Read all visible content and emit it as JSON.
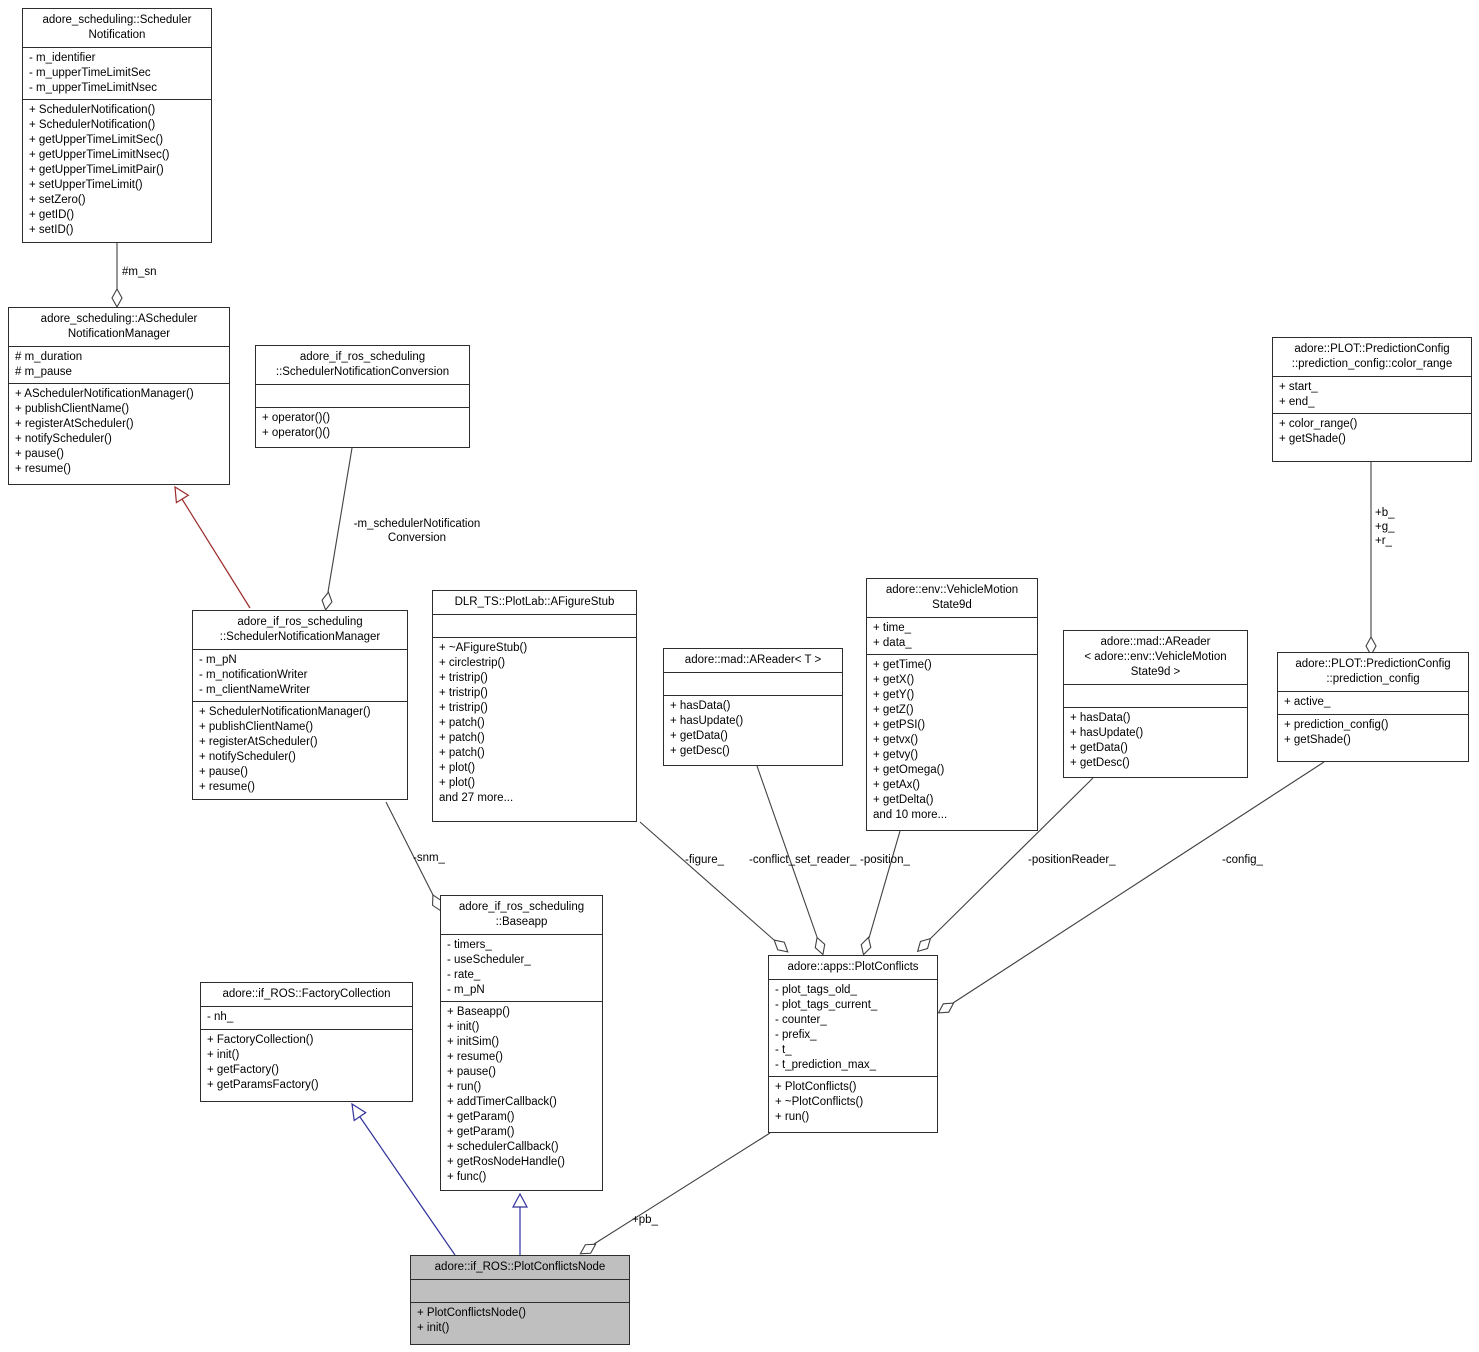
{
  "colors": {
    "edge_gray": "#404040",
    "inheritance_blue": "#30309c",
    "inheritance_red": "#9c2a2a",
    "box_border": "#2d2d2d",
    "box_fill": "#ffffff",
    "highlight_node_fill": "#bfbfbf"
  },
  "classes": {
    "scheduler_notification": {
      "title": "adore_scheduling::Scheduler\nNotification",
      "attributes": [
        "- m_identifier",
        "- m_upperTimeLimitSec",
        "- m_upperTimeLimitNsec"
      ],
      "methods": [
        "+ SchedulerNotification()",
        "+ SchedulerNotification()",
        "+ getUpperTimeLimitSec()",
        "+ getUpperTimeLimitNsec()",
        "+ getUpperTimeLimitPair()",
        "+ setUpperTimeLimit()",
        "+ setZero()",
        "+ getID()",
        "+ setID()"
      ]
    },
    "ascheduler_notification_manager": {
      "title": "adore_scheduling::AScheduler\nNotificationManager",
      "attributes": [
        "# m_duration",
        "# m_pause"
      ],
      "methods": [
        "+ ASchedulerNotificationManager()",
        "+ publishClientName()",
        "+ registerAtScheduler()",
        "+ notifyScheduler()",
        "+ pause()",
        "+ resume()"
      ]
    },
    "scheduler_notification_conversion": {
      "title": "adore_if_ros_scheduling\n::SchedulerNotificationConversion",
      "attributes": [],
      "methods": [
        "+ operator()()",
        "+ operator()()"
      ]
    },
    "scheduler_notification_manager": {
      "title": "adore_if_ros_scheduling\n::SchedulerNotificationManager",
      "attributes": [
        "- m_pN",
        "- m_notificationWriter",
        "- m_clientNameWriter"
      ],
      "methods": [
        "+ SchedulerNotificationManager()",
        "+ publishClientName()",
        "+ registerAtScheduler()",
        "+ notifyScheduler()",
        "+ pause()",
        "+ resume()"
      ]
    },
    "afigure_stub": {
      "title": "DLR_TS::PlotLab::AFigureStub",
      "attributes": [],
      "methods": [
        "+ ~AFigureStub()",
        "+ circlestrip()",
        "+ tristrip()",
        "+ tristrip()",
        "+ tristrip()",
        "+ patch()",
        "+ patch()",
        "+ patch()",
        "+ plot()",
        "+ plot()",
        "and 27 more..."
      ]
    },
    "areader_t": {
      "title": "adore::mad::AReader< T >",
      "attributes": [],
      "methods": [
        "+ hasData()",
        "+ hasUpdate()",
        "+ getData()",
        "+ getDesc()"
      ]
    },
    "vehicle_motion_state9d": {
      "title": "adore::env::VehicleMotion\nState9d",
      "attributes": [
        "+ time_",
        "+ data_"
      ],
      "methods": [
        "+ getTime()",
        "+ getX()",
        "+ getY()",
        "+ getZ()",
        "+ getPSI()",
        "+ getvx()",
        "+ getvy()",
        "+ getOmega()",
        "+ getAx()",
        "+ getDelta()",
        "and 10 more..."
      ]
    },
    "areader_vehicle_motion_state9d": {
      "title": "adore::mad::AReader\n< adore::env::VehicleMotion\nState9d >",
      "attributes": [],
      "methods": [
        "+ hasData()",
        "+ hasUpdate()",
        "+ getData()",
        "+ getDesc()"
      ]
    },
    "color_range": {
      "title": "adore::PLOT::PredictionConfig\n::prediction_config::color_range",
      "attributes": [
        "+ start_",
        "+ end_"
      ],
      "methods": [
        "+ color_range()",
        "+ getShade()"
      ]
    },
    "prediction_config": {
      "title": "adore::PLOT::PredictionConfig\n::prediction_config",
      "attributes": [
        "+ active_"
      ],
      "methods": [
        "+ prediction_config()",
        "+ getShade()"
      ]
    },
    "plot_conflicts": {
      "title": "adore::apps::PlotConflicts",
      "attributes": [
        "- plot_tags_old_",
        "- plot_tags_current_",
        "- counter_",
        "- prefix_",
        "- t_",
        "- t_prediction_max_"
      ],
      "methods": [
        "+ PlotConflicts()",
        "+ ~PlotConflicts()",
        "+ run()"
      ]
    },
    "baseapp": {
      "title": "adore_if_ros_scheduling\n::Baseapp",
      "attributes": [
        "- timers_",
        "- useScheduler_",
        "- rate_",
        "- m_pN"
      ],
      "methods": [
        "+ Baseapp()",
        "+ init()",
        "+ initSim()",
        "+ resume()",
        "+ pause()",
        "+ run()",
        "+ addTimerCallback()",
        "+ getParam()",
        "+ getParam()",
        "+ schedulerCallback()",
        "+ getRosNodeHandle()",
        "+ func()"
      ]
    },
    "factory_collection": {
      "title": "adore::if_ROS::FactoryCollection",
      "attributes": [
        "- nh_"
      ],
      "methods": [
        "+ FactoryCollection()",
        "+ init()",
        "+ getFactory()",
        "+ getParamsFactory()"
      ]
    },
    "plot_conflicts_node": {
      "title": "adore::if_ROS::PlotConflictsNode",
      "attributes": [],
      "methods": [
        "+ PlotConflictsNode()",
        "+ init()"
      ]
    }
  },
  "edge_labels": {
    "m_sn": "#m_sn",
    "scheduler_notification_conversion": "-m_schedulerNotification\nConversion",
    "snm": "-snm_",
    "figure": "-figure_",
    "conflict_set_reader": "-conflict_set_reader_",
    "position": "-position_",
    "position_reader": "-positionReader_",
    "config": "-config_",
    "bgr": "+b_\n+g_\n+r_",
    "pb": "+pb_"
  }
}
